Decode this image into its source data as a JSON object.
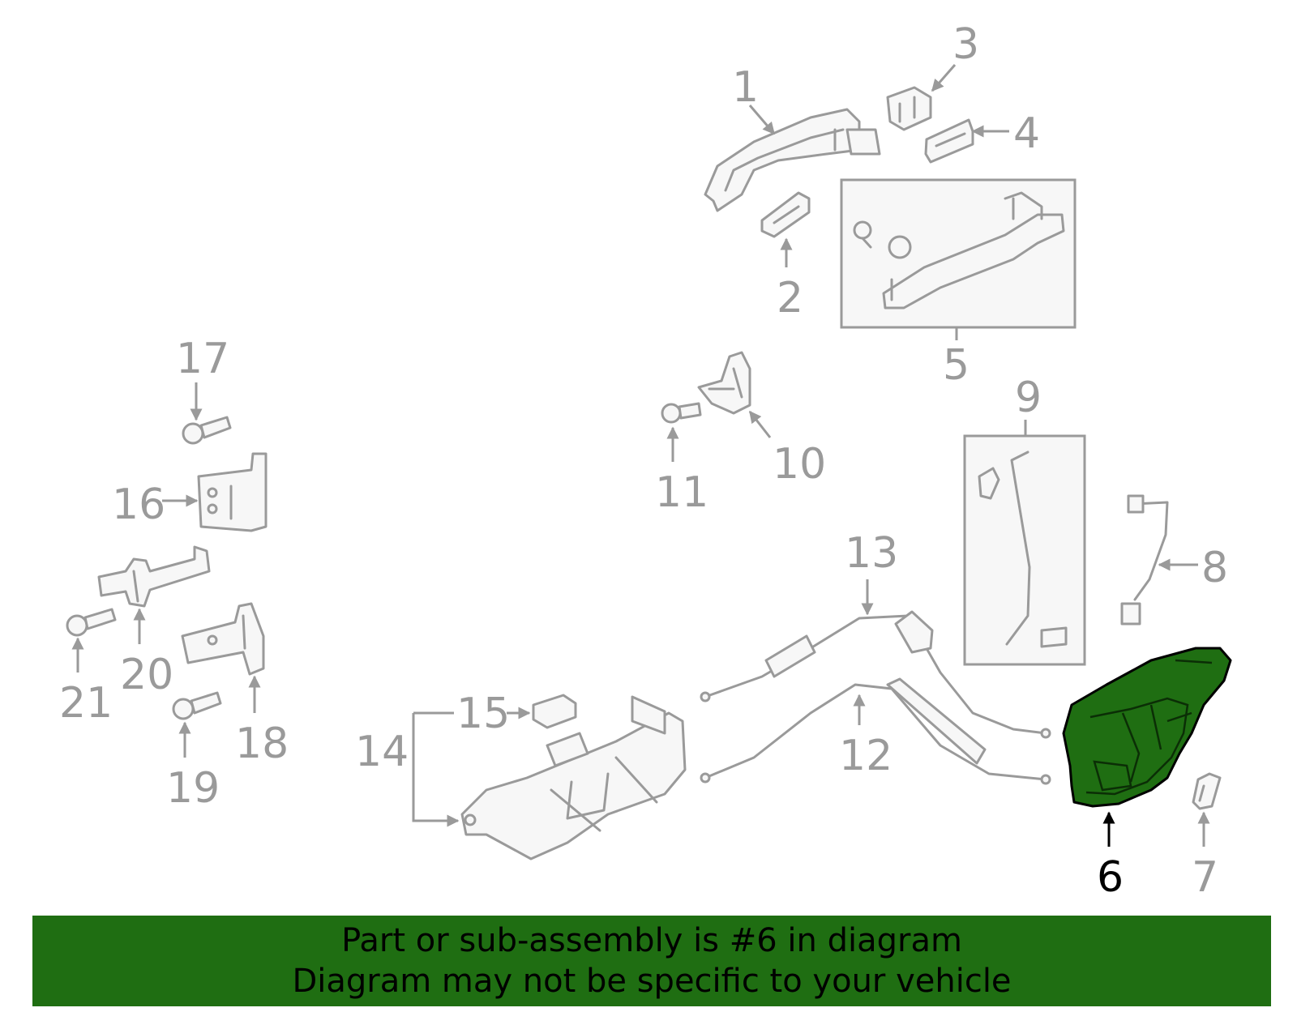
{
  "diagram": {
    "callouts": {
      "c1": "1",
      "c2": "2",
      "c3": "3",
      "c4": "4",
      "c5": "5",
      "c6": "6",
      "c7": "7",
      "c8": "8",
      "c9": "9",
      "c10": "10",
      "c11": "11",
      "c12": "12",
      "c13": "13",
      "c14": "14",
      "c15": "15",
      "c16": "16",
      "c17": "17",
      "c18": "18",
      "c19": "19",
      "c20": "20",
      "c21": "21"
    },
    "highlighted_part": "6",
    "highlight_color": "#1f6e12",
    "part_color": "#9a9a9a"
  },
  "banner": {
    "line1": "Part or sub-assembly is #6 in diagram",
    "line2": "Diagram may not be specific to your vehicle",
    "background": "#1f6e12"
  }
}
